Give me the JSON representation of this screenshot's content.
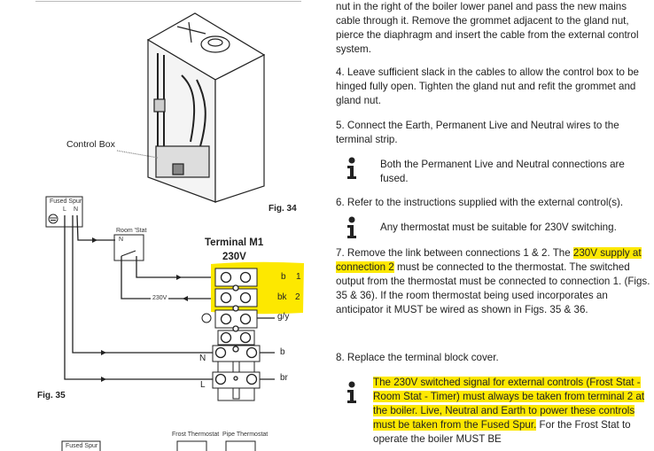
{
  "text": {
    "p3_cont": "nut in the right of the boiler lower panel and pass the new mains cable through it. Remove the grommet adjacent to the gland nut, pierce the diaphragm and insert the cable from the external control system.",
    "p4": "4. Leave sufficient slack in the cables to allow the control box to be hinged fully open. Tighten the gland nut and refit the grommet and gland nut.",
    "p5": "5. Connect the Earth, Permanent Live and Neutral wires to the terminal strip.",
    "note1": "Both the Permanent Live and Neutral connections are fused.",
    "p6": "6. Refer to the instructions supplied with the external control(s).",
    "note2": "Any thermostat must be suitable for 230V switching.",
    "p7_a": "7. Remove the link between connections 1 & 2. The ",
    "p7_hl": "230V supply at connection 2",
    "p7_b": " must be connected to the thermostat. The switched output from the thermostat must be connected to connection 1. (Figs. 35 & 36). If the room thermostat being used incorporates an anticipator it MUST be wired as shown in Figs. 35 & 36.",
    "p8": "8. Replace the terminal block cover.",
    "note3_hl": "The 230V switched signal for external controls (Frost Stat - Room Stat - Timer) must always be taken from terminal 2 at the boiler. Live, Neutral and Earth to power these controls must be taken from the Fused Spur.",
    "note3_b": " For the Frost Stat to operate the boiler MUST BE"
  },
  "figures": {
    "control_box": "Control Box",
    "fig34": "Fig. 34",
    "fig35": "Fig. 35",
    "fused_spur": "Fused Spur",
    "spur_L": "L",
    "spur_N": "N",
    "room_stat": "Room 'Stat",
    "room_stat_N": "N",
    "terminal_title": "Terminal M1",
    "terminal_voltage": "230V",
    "wire_230v": "230V",
    "wire_labels": [
      "b",
      "bk",
      "g/y",
      "b",
      "br"
    ],
    "conn_numbers": [
      "1",
      "2"
    ],
    "block_N": "N",
    "block_L": "L",
    "frost_thermostat": "Frost Thermostat",
    "pipe_thermostat": "Pipe Thermostat",
    "fused_spur_2": "Fused Spur"
  },
  "colors": {
    "highlight": "#fde800"
  }
}
